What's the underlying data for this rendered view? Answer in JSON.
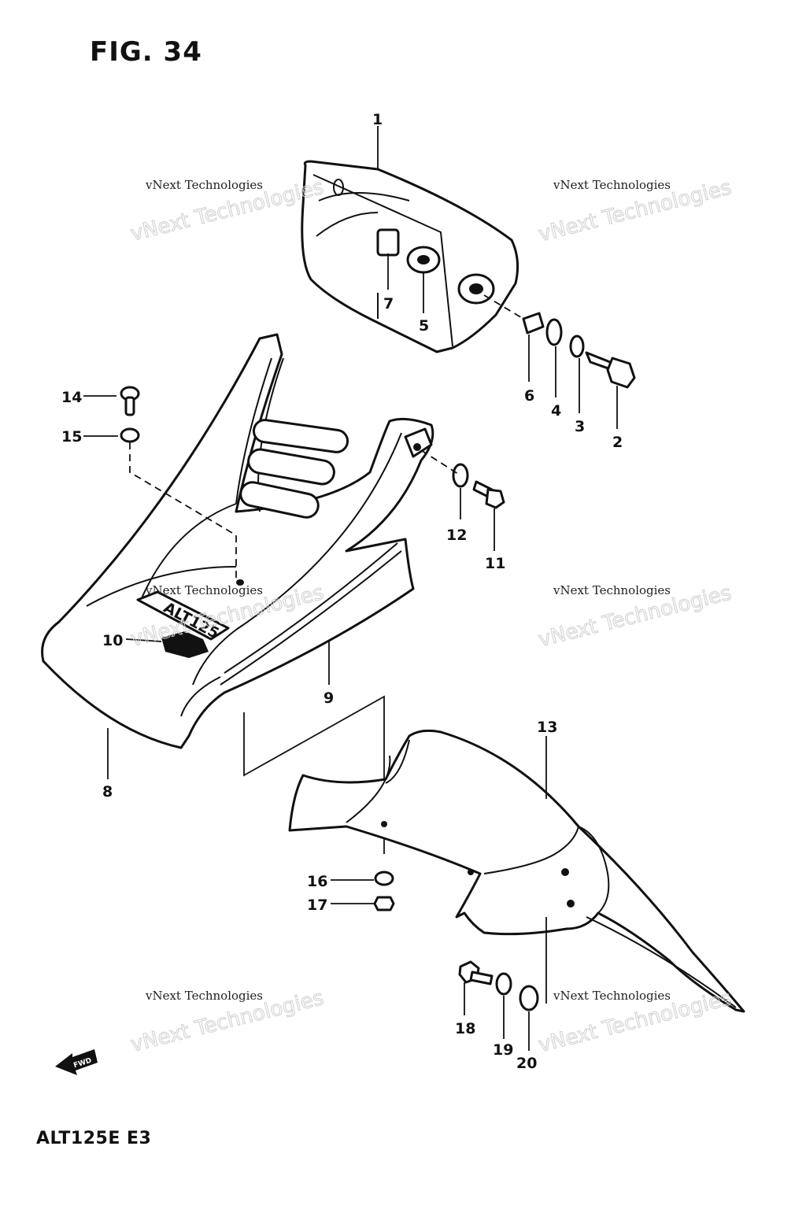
{
  "figure": {
    "title": "FIG. 34",
    "model": "ALT125E  E3"
  },
  "part_numbers": [
    "1",
    "2",
    "3",
    "4",
    "5",
    "6",
    "7",
    "8",
    "9",
    "10",
    "11",
    "12",
    "13",
    "14",
    "15",
    "16",
    "17",
    "18",
    "19",
    "20"
  ],
  "direction_arrow": {
    "label": "FWD"
  },
  "decal_text": "ALT125",
  "watermark": {
    "small": "vNext Technologies",
    "large": "vNext Technologies"
  }
}
